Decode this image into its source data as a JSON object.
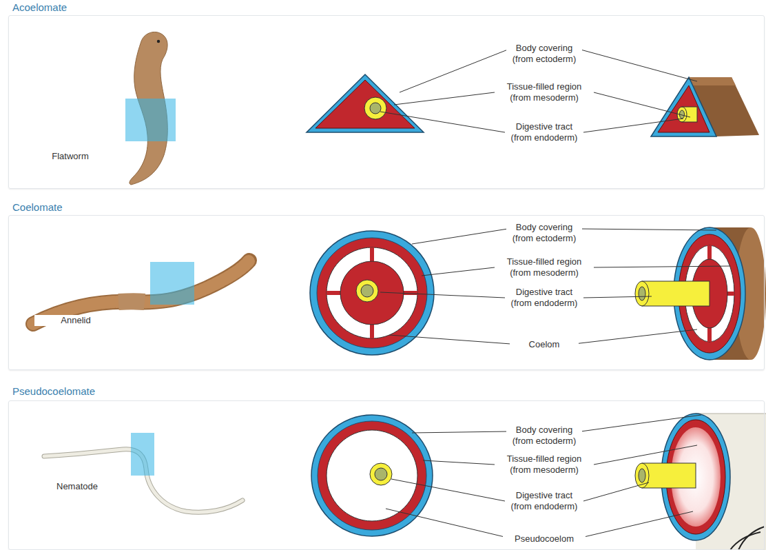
{
  "diagram": {
    "nodes": [
      {
        "text": [
          "Acoelomate"
        ]
      },
      {
        "text": [
          "Coelomate"
        ]
      },
      {
        "text": [
          "Pseudocoelomate"
        ]
      }
    ],
    "labels": [
      "Flatworm",
      "Body covering (from ectoderm)",
      "Tissue-filled region (from mesoderm)",
      "Digestive tract (from endoderm)",
      "Annelid",
      "Body covering (from ectoderm)",
      "Tissue-filled region (from mesoderm)",
      "Digestive tract (from endoderm)",
      "Coelom",
      "Nematode",
      "Body covering (from ectoderm)",
      "Tissue-filled region (from mesoderm)",
      "Digestive tract (from endoderm)",
      "Pseudocoelom"
    ]
  }
}
